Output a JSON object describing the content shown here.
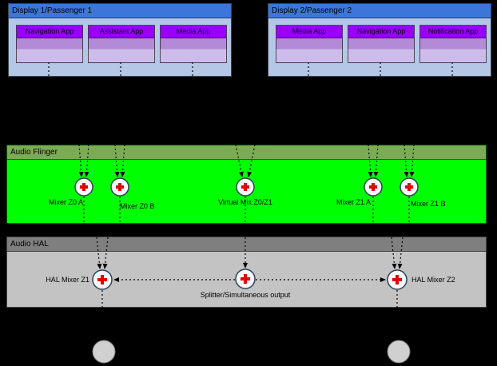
{
  "displays": [
    {
      "title": "Display 1/Passenger 1",
      "apps": [
        {
          "label": "Navigation App"
        },
        {
          "label": "Assistant App"
        },
        {
          "label": "Media App"
        }
      ]
    },
    {
      "title": "Display 2/Passenger 2",
      "apps": [
        {
          "label": "Media App"
        },
        {
          "label": "Navigation App"
        },
        {
          "label": "Notification App"
        }
      ]
    }
  ],
  "audio_flinger": {
    "title": "Audio Flinger",
    "mixers": [
      {
        "label": "Mixer Z0 A"
      },
      {
        "label": "Mixer Z0 B"
      },
      {
        "label": "Virtual Mix Z0/Z1"
      },
      {
        "label": "Mixer Z1 A"
      },
      {
        "label": "Mixer Z1 B"
      }
    ]
  },
  "audio_hal": {
    "title": "Audio HAL",
    "nodes": [
      {
        "label": "HAL Mixer Z1"
      },
      {
        "label": "Splitter/Simultaneous output"
      },
      {
        "label": "HAL Mixer Z2"
      }
    ]
  },
  "colors": {
    "background": "#000000",
    "display_header": "#3b76d8",
    "display_body": "#b4c7e7",
    "app_header": "#9900ff",
    "app_body": "#b28ad6",
    "app_body_light": "#cdbce9",
    "flinger_header": "#7cab55",
    "flinger_body": "#00ff00",
    "hal_header": "#7f7f7f",
    "hal_body": "#c3c3c3",
    "mixer_fill": "#f5f8fd",
    "mixer_stroke": "#2f4358",
    "cross": "#e60000",
    "speaker": "#d0d0d0",
    "line": "#000000"
  }
}
